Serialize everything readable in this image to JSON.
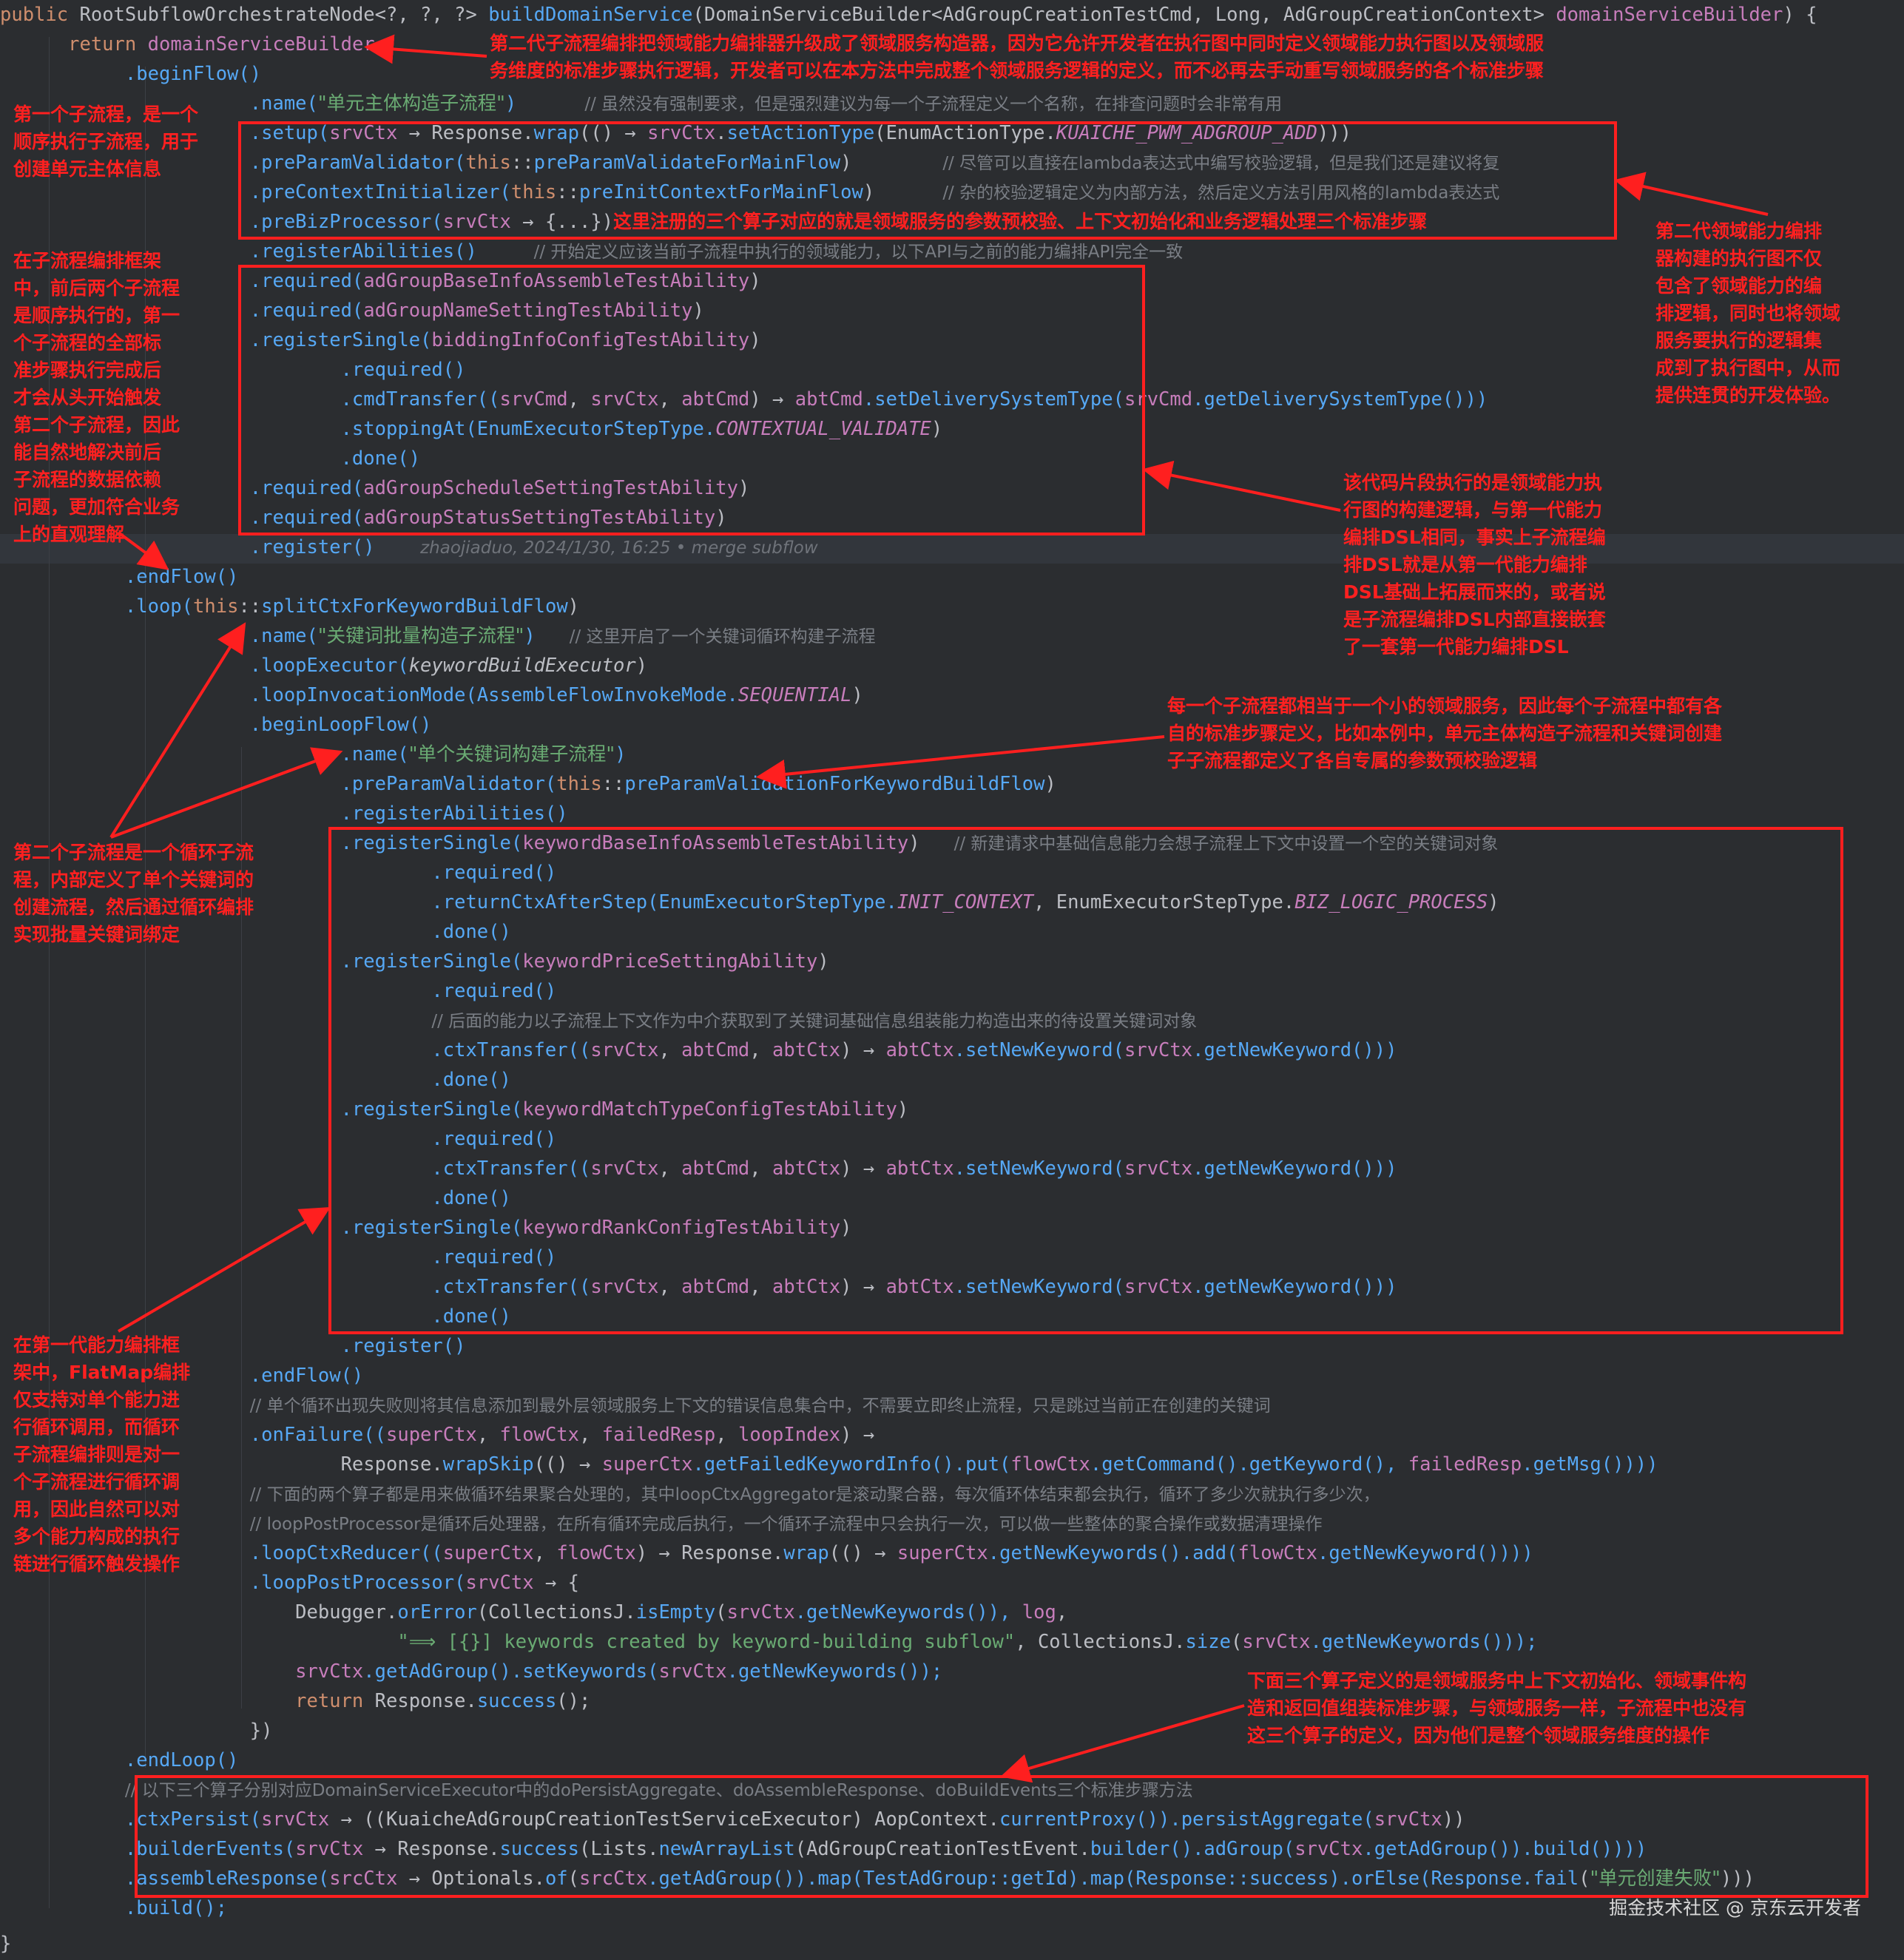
{
  "code": {
    "l1_kw": "public",
    "l1_type": "RootSubflowOrchestrateNode<?, ?, ?>",
    "l1_fn": "buildDomainService",
    "l1_param": "(DomainServiceBuilder<AdGroupCreationTestCmd, Long, AdGroupCreationContext>",
    "l1_var": "domainServiceBuilder",
    "l1_end": ") {",
    "l2_kw": "return",
    "l2_var": "domainServiceBuilder",
    "l3": ".beginFlow()",
    "l4_a": ".name(",
    "l4_str": "\"单元主体构造子流程\"",
    "l4_b": ")",
    "l4_cm": "// 虽然没有强制要求，但是强烈建议为每一个子流程定义一个名称，在排查问题时会非常有用",
    "l5_fn": ".setup(",
    "l5_v1": "srvCtx",
    "l5_a": " → Response.",
    "l5_fn2": "wrap",
    "l5_b": "(() → ",
    "l5_v2": "srvCtx",
    "l5_c": ".",
    "l5_fn3": "setActionType",
    "l5_d": "(EnumActionType.",
    "l5_enum": "KUAICHE_PWM_ADGROUP_ADD",
    "l5_e": ")))",
    "l6_fn": ".preParamValidator(",
    "l6_kw": "this",
    "l6_a": "::",
    "l6_fn2": "preParamValidateForMainFlow",
    "l6_b": ")",
    "l6_cm": "// 尽管可以直接在lambda表达式中编写校验逻辑，但是我们还是建议将复",
    "l7_fn": ".preContextInitializer(",
    "l7_kw": "this",
    "l7_a": "::",
    "l7_fn2": "preInitContextForMainFlow",
    "l7_b": ")",
    "l7_cm": "// 杂的校验逻辑定义为内部方法，然后定义方法引用风格的lambda表达式",
    "l8_fn": ".preBizProcessor(",
    "l8_v": "srvCtx",
    "l8_a": " → {...})",
    "l9_fn": ".registerAbilities()",
    "l9_cm": "// 开始定义应该当前子流程中执行的领域能力，以下API与之前的能力编排API完全一致",
    "l10_fn": ".required(",
    "l10_v": "adGroupBaseInfoAssembleTestAbility",
    "l10_b": ")",
    "l11_fn": ".required(",
    "l11_v": "adGroupNameSettingTestAbility",
    "l11_b": ")",
    "l12_fn": ".registerSingle(",
    "l12_v": "biddingInfoConfigTestAbility",
    "l12_b": ")",
    "l13": ".required()",
    "l14_fn": ".cmdTransfer((",
    "l14_v1": "srvCmd",
    "l14_c1": ", ",
    "l14_v2": "srvCtx",
    "l14_c2": ", ",
    "l14_v3": "abtCmd",
    "l14_a": ") → ",
    "l14_v4": "abtCmd",
    "l14_b": ".setDeliverySystemType(",
    "l14_v5": "srvCmd",
    "l14_c": ".getDeliverySystemType()))",
    "l15_fn": ".stoppingAt(EnumExecutorStepType.",
    "l15_enum": "CONTEXTUAL_VALIDATE",
    "l15_b": ")",
    "l16": ".done()",
    "l17_fn": ".required(",
    "l17_v": "adGroupScheduleSettingTestAbility",
    "l17_b": ")",
    "l18_fn": ".required(",
    "l18_v": "adGroupStatusSettingTestAbility",
    "l18_b": ")",
    "l19": ".register()",
    "l19_blame": "zhaojiaduo, 2024/1/30, 16:25 • merge subflow",
    "l20": ".endFlow()",
    "l21_fn": ".loop(",
    "l21_kw": "this",
    "l21_a": "::",
    "l21_fn2": "splitCtxForKeywordBuildFlow",
    "l21_b": ")",
    "l22_a": ".name(",
    "l22_str": "\"关键词批量构造子流程\"",
    "l22_b": ")",
    "l22_cm": "// 这里开启了一个关键词循环构建子流程",
    "l23_fn": ".loopExecutor(",
    "l23_it": "keywordBuildExecutor",
    "l23_b": ")",
    "l24_fn": ".loopInvocationMode(AssembleFlowInvokeMode.",
    "l24_enum": "SEQUENTIAL",
    "l24_b": ")",
    "l25": ".beginLoopFlow()",
    "l26_a": ".name(",
    "l26_str": "\"单个关键词构建子流程\"",
    "l26_b": ")",
    "l27_fn": ".preParamValidator(",
    "l27_kw": "this",
    "l27_a": "::",
    "l27_fn2": "preParamValidationForKeywordBuildFlow",
    "l27_b": ")",
    "l28": ".registerAbilities()",
    "l29_fn": ".registerSingle(",
    "l29_v": "keywordBaseInfoAssembleTestAbility",
    "l29_b": ")",
    "l29_cm": "// 新建请求中基础信息能力会想子流程上下文中设置一个空的关键词对象",
    "l30": ".required()",
    "l31_fn": ".returnCtxAfterStep(EnumExecutorStepType.",
    "l31_e1": "INIT_CONTEXT",
    "l31_a": ", EnumExecutorStepType.",
    "l31_e2": "BIZ_LOGIC_PROCESS",
    "l31_b": ")",
    "l32": ".done()",
    "l33_fn": ".registerSingle(",
    "l33_v": "keywordPriceSettingAbility",
    "l33_b": ")",
    "l34": ".required()",
    "l35_cm": "// 后面的能力以子流程上下文作为中介获取到了关键词基础信息组装能力构造出来的待设置关键词对象",
    "l36_fn": ".ctxTransfer((",
    "l36_v1": "srvCtx",
    "l36_c1": ", ",
    "l36_v2": "abtCmd",
    "l36_c2": ", ",
    "l36_v3": "abtCtx",
    "l36_a": ") → ",
    "l36_v4": "abtCtx",
    "l36_b": ".setNewKeyword(",
    "l36_v5": "srvCtx",
    "l36_c": ".getNewKeyword()))",
    "l37": ".done()",
    "l38_fn": ".registerSingle(",
    "l38_v": "keywordMatchTypeConfigTestAbility",
    "l38_b": ")",
    "l39": ".required()",
    "l40_fn": ".ctxTransfer((",
    "l40_v1": "srvCtx",
    "l40_c1": ", ",
    "l40_v2": "abtCmd",
    "l40_c2": ", ",
    "l40_v3": "abtCtx",
    "l40_a": ") → ",
    "l40_v4": "abtCtx",
    "l40_b": ".setNewKeyword(",
    "l40_v5": "srvCtx",
    "l40_c": ".getNewKeyword()))",
    "l41": ".done()",
    "l42_fn": ".registerSingle(",
    "l42_v": "keywordRankConfigTestAbility",
    "l42_b": ")",
    "l43": ".required()",
    "l44_fn": ".ctxTransfer((",
    "l44_v1": "srvCtx",
    "l44_c1": ", ",
    "l44_v2": "abtCmd",
    "l44_c2": ", ",
    "l44_v3": "abtCtx",
    "l44_a": ") → ",
    "l44_v4": "abtCtx",
    "l44_b": ".setNewKeyword(",
    "l44_v5": "srvCtx",
    "l44_c": ".getNewKeyword()))",
    "l45": ".done()",
    "l46": ".register()",
    "l47": ".endFlow()",
    "l48_cm": "// 单个循环出现失败则将其信息添加到最外层领域服务上下文的错误信息集合中，不需要立即终止流程，只是跳过当前正在创建的关键词",
    "l49_fn": ".onFailure((",
    "l49_v1": "superCtx",
    "l49_c1": ", ",
    "l49_v2": "flowCtx",
    "l49_c2": ", ",
    "l49_v3": "failedResp",
    "l49_c3": ", ",
    "l49_v4": "loopIndex",
    "l49_a": ") →",
    "l50_a": "Response.",
    "l50_fn": "wrapSkip",
    "l50_b": "(() → ",
    "l50_v1": "superCtx",
    "l50_c": ".getFailedKeywordInfo().put(",
    "l50_v2": "flowCtx",
    "l50_d": ".getCommand().getKeyword(), ",
    "l50_v3": "failedResp",
    "l50_e": ".getMsg())))",
    "l51_cm": "// 下面的两个算子都是用来做循环结果聚合处理的，其中loopCtxAggregator是滚动聚合器，每次循环体结束都会执行，循环了多少次就执行多少次，",
    "l52_cm": "// loopPostProcessor是循环后处理器，在所有循环完成后执行，一个循环子流程中只会执行一次，可以做一些整体的聚合操作或数据清理操作",
    "l53_fn": ".loopCtxReducer((",
    "l53_v1": "superCtx",
    "l53_c1": ", ",
    "l53_v2": "flowCtx",
    "l53_a": ") → Response.",
    "l53_fn2": "wrap",
    "l53_b": "(() → ",
    "l53_v3": "superCtx",
    "l53_c": ".getNewKeywords().add(",
    "l53_v4": "flowCtx",
    "l53_d": ".getNewKeyword())))",
    "l54_fn": ".loopPostProcessor(",
    "l54_v": "srvCtx",
    "l54_a": " → {",
    "l55_a": "Debugger.",
    "l55_fn": "orError",
    "l55_b": "(CollectionsJ.",
    "l55_fn2": "isEmpty",
    "l55_c": "(",
    "l55_v1": "srvCtx",
    "l55_d": ".getNewKeywords()), ",
    "l55_v2": "log",
    "l55_e": ",",
    "l56_str": "\"⟹ [{}] keywords created by keyword-building subflow\"",
    "l56_a": ", CollectionsJ.",
    "l56_fn": "size",
    "l56_b": "(",
    "l56_v": "srvCtx",
    "l56_c": ".getNewKeywords()));",
    "l57_v1": "srvCtx",
    "l57_a": ".getAdGroup().setKeywords(",
    "l57_v2": "srvCtx",
    "l57_b": ".getNewKeywords());",
    "l58_kw": "return",
    "l58_a": " Response.",
    "l58_fn": "success",
    "l58_b": "();",
    "l59": "})",
    "l60": ".endLoop()",
    "l61_cm": "// 以下三个算子分别对应DomainServiceExecutor中的doPersistAggregate、doAssembleResponse、doBuildEvents三个标准步骤方法",
    "l62_fn": ".ctxPersist(",
    "l62_v1": "srvCtx",
    "l62_a": " → ((KuaicheAdGroupCreationTestServiceExecutor) AopContext.",
    "l62_fn2": "currentProxy",
    "l62_b": "()).persistAggregate(",
    "l62_v2": "srvCtx",
    "l62_c": "))",
    "l63_fn": ".builderEvents(",
    "l63_v1": "srvCtx",
    "l63_a": " → Response.",
    "l63_fn2": "success",
    "l63_b": "(Lists.",
    "l63_fn3": "newArrayList",
    "l63_c": "(AdGroupCreationTestEvent.",
    "l63_fn4": "builder",
    "l63_d": "().adGroup(",
    "l63_v2": "srvCtx",
    "l63_e": ".getAdGroup()).build())))",
    "l64_fn": ".assembleResponse(",
    "l64_v1": "srcCtx",
    "l64_a": " → Optionals.",
    "l64_fn2": "of",
    "l64_b": "(",
    "l64_v2": "srcCtx",
    "l64_c": ".getAdGroup()).map(TestAdGroup::",
    "l64_fn3": "getId",
    "l64_d": ").map(Response::",
    "l64_fn4": "success",
    "l64_e": ").orElse(Response.",
    "l64_fn5": "fail",
    "l64_f": "(",
    "l64_str": "\"单元创建失败\"",
    "l64_g": ")))",
    "l65": ".build();",
    "l66": "}"
  },
  "annotations": {
    "top": "第二代子流程编排把领域能力编排器升级成了领域服务构造器，因为它允许开发者在执行图中同时定义领域能力执行图以及领域服\n务维度的标准步骤执行逻辑，开发者可以在本方法中完成整个领域服务逻辑的定义，而不必再去手动重写领域服务的各个标准步骤",
    "inline_l8": "这里注册的三个算子对应的就是领域服务的参数预校验、上下文初始化和业务逻辑处理三个标准步骤",
    "left1": "第一个子流程，是一个\n顺序执行子流程，用于\n创建单元主体信息",
    "left2": "在子流程编排框架\n中，前后两个子流程\n是顺序执行的，第一\n个子流程的全部标\n准步骤执行完成后\n才会从头开始触发\n第二个子流程，因此\n能自然地解决前后\n子流程的数据依赖\n问题，更加符合业务\n上的直观理解",
    "right1": "第二代领域能力编排\n器构建的执行图不仅\n包含了领域能力的编\n排逻辑，同时也将领域\n服务要执行的逻辑集\n成到了执行图中，从而\n提供连贯的开发体验。",
    "right2": "该代码片段执行的是领域能力执\n行图的构建逻辑，与第一代能力\n编排DSL相同，事实上子流程编\n排DSL就是从第一代能力编排\nDSL基础上拓展而来的，或者说\n是子流程编排DSL内部直接嵌套\n了一套第一代能力编排DSL",
    "mid": "每一个子流程都相当于一个小的领域服务，因此每个子流程中都有各\n自的标准步骤定义，比如本例中，单元主体构造子流程和关键词创建\n子子流程都定义了各自专属的参数预校验逻辑",
    "left3": "第二个子流程是一个循环子流\n程，内部定义了单个关键词的\n创建流程，然后通过循环编排\n实现批量关键词绑定",
    "left4": "在第一代能力编排框\n架中，FlatMap编排\n仅支持对单个能力进\n行循环调用，而循环\n子流程编排则是对一\n个子流程进行循环调\n用，因此自然可以对\n多个能力构成的执行\n链进行循环触发操作",
    "bottom": "下面三个算子定义的是领域服务中上下文初始化、领域事件构\n造和返回值组装标准步骤，与领域服务一样，子流程中也没有\n这三个算子的定义，因为他们是整个领域服务维度的操作"
  },
  "watermark": "掘金技术社区 @ 京东云开发者",
  "colors": {
    "background": "#2b2d30",
    "annotation": "#ff2020",
    "keyword": "#cf8e6d",
    "method": "#56a8f5",
    "variable": "#c77dbb",
    "string": "#6aab73",
    "comment": "#7a7e85"
  }
}
